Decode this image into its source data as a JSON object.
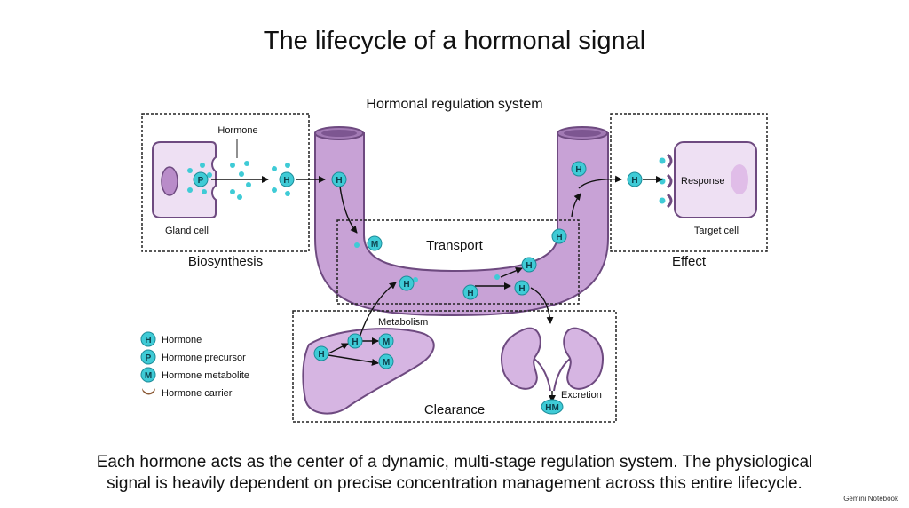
{
  "title": "The lifecycle of a hormonal signal",
  "system_label": "Hormonal regulation system",
  "stages": {
    "biosynthesis": "Biosynthesis",
    "transport": "Transport",
    "effect": "Effect",
    "clearance": "Clearance"
  },
  "labels": {
    "hormone": "Hormone",
    "gland_cell": "Gland cell",
    "target_cell": "Target cell",
    "response": "Response",
    "metabolism": "Metabolism",
    "excretion": "Excretion"
  },
  "molecules": {
    "hormone": "H",
    "precursor": "P",
    "metabolite": "M",
    "excreted": "HM"
  },
  "legend": [
    {
      "symbol": "H",
      "label": "Hormone"
    },
    {
      "symbol": "P",
      "label": "Hormone precursor"
    },
    {
      "symbol": "M",
      "label": "Hormone metabolite"
    },
    {
      "symbol": "",
      "label": "Hormone carrier"
    }
  ],
  "caption": {
    "line1": "Each hormone acts as the center of a dynamic, multi-stage regulation system. The physiological",
    "line2": "signal is heavily dependent on precise concentration management across this entire lifecycle."
  },
  "footer": "Gemini Notebook",
  "colors": {
    "tube": "#c8a2d6",
    "tube_edge": "#6e4a80",
    "molecule": "#3fcbd6",
    "carrier": "#8b5a36",
    "organ": "#d6b5e2"
  }
}
